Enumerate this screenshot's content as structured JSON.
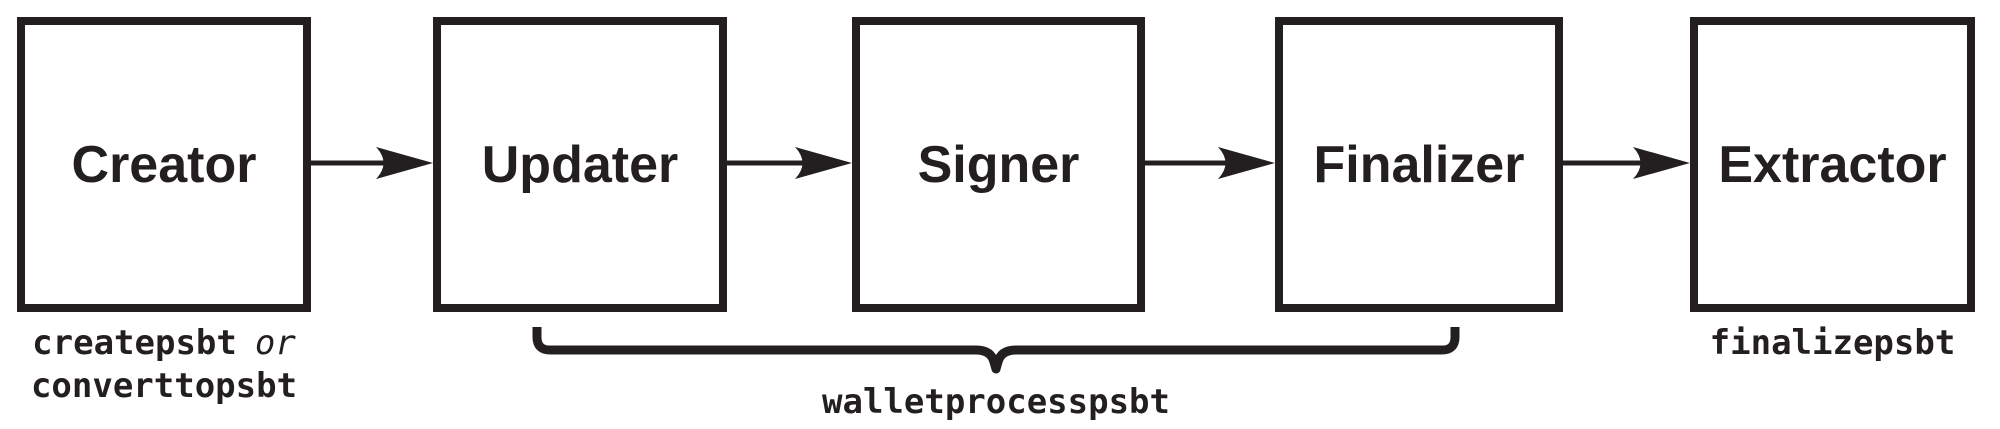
{
  "page": {
    "background_color": "#ffffff",
    "ink_color": "#231f20"
  },
  "diagram": {
    "boxes": [
      {
        "label": "Creator"
      },
      {
        "label": "Updater"
      },
      {
        "label": "Signer"
      },
      {
        "label": "Finalizer"
      },
      {
        "label": "Extractor"
      }
    ],
    "arrows": [
      {
        "from": "Creator",
        "to": "Updater"
      },
      {
        "from": "Updater",
        "to": "Signer"
      },
      {
        "from": "Signer",
        "to": "Finalizer"
      },
      {
        "from": "Finalizer",
        "to": "Extractor"
      }
    ],
    "captions": {
      "creator_command_1": "createpsbt",
      "creator_conjunction": "or",
      "creator_command_2": "converttopsbt",
      "extractor_command": "finalizepsbt"
    },
    "brace": {
      "label": "walletprocesspsbt",
      "spans": [
        "Updater",
        "Signer",
        "Finalizer"
      ]
    }
  },
  "icons": {
    "arrow": "arrow-right-icon",
    "brace": "curly-brace-icon"
  }
}
